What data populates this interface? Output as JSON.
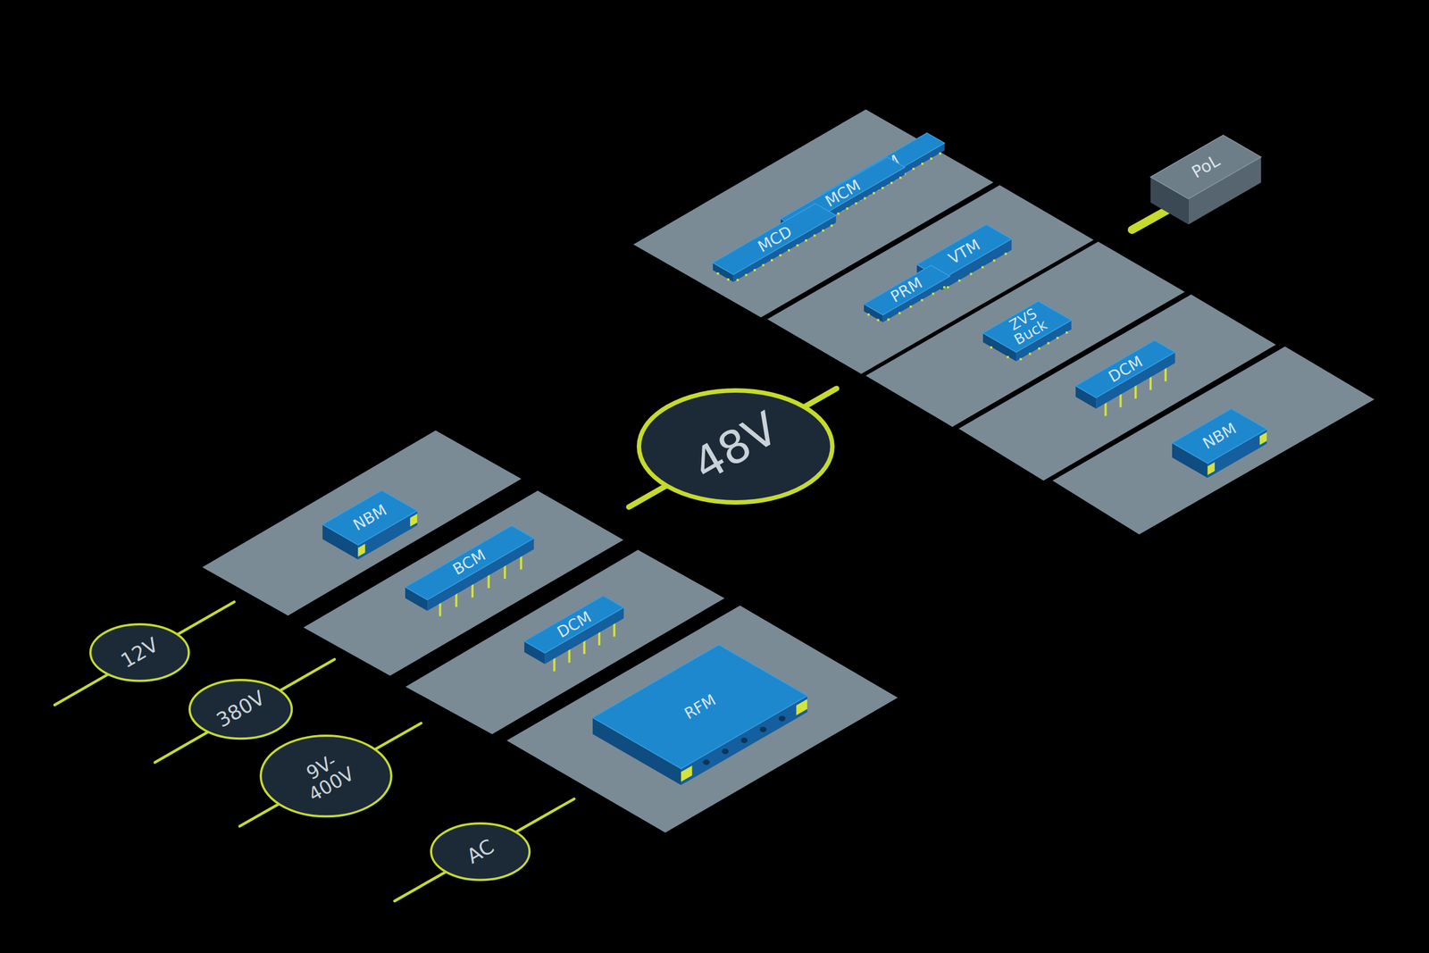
{
  "diagram": {
    "nodes": [
      {
        "text": [
          "PoL"
        ]
      },
      {
        "text": [
          "MCM"
        ]
      },
      {
        "text": [
          "MCM"
        ]
      },
      {
        "text": [
          "MCD"
        ]
      },
      {
        "text": [
          "VTM"
        ]
      },
      {
        "text": [
          "PRM"
        ]
      },
      {
        "text": [
          "ZVS Buck"
        ]
      },
      {
        "text": [
          "DCM"
        ]
      },
      {
        "text": [
          "NBM"
        ]
      },
      {
        "text": [
          "48V"
        ]
      },
      {
        "text": [
          "NBM"
        ]
      },
      {
        "text": [
          "BCM"
        ]
      },
      {
        "text": [
          "DCM"
        ]
      },
      {
        "text": [
          "RFM"
        ]
      },
      {
        "text": [
          "12V"
        ]
      },
      {
        "text": [
          "380V"
        ]
      },
      {
        "text": [
          "9V- 400V"
        ]
      },
      {
        "text": [
          "AC"
        ]
      }
    ]
  }
}
